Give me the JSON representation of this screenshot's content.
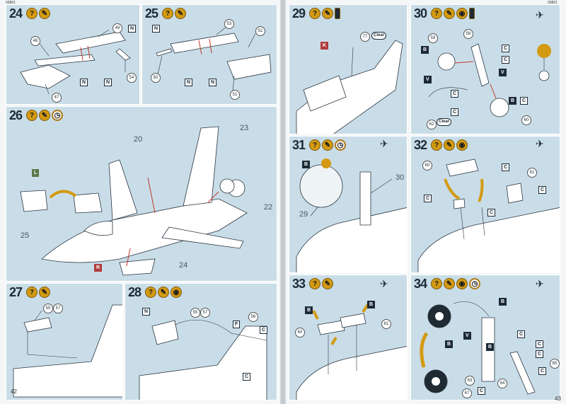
{
  "header": {
    "code_left": "03801",
    "code_right": "03801"
  },
  "page_numbers": {
    "left": "42",
    "right": "43"
  },
  "steps": {
    "s24": {
      "num": "24",
      "parts": [
        "48",
        "49",
        "47",
        "54"
      ],
      "tags": [
        "N",
        "N",
        "N"
      ]
    },
    "s25": {
      "num": "25",
      "parts": [
        "53",
        "52",
        "50",
        "51"
      ],
      "tags": [
        "N",
        "N",
        "N"
      ]
    },
    "s26": {
      "num": "26",
      "parts": [
        "20",
        "23",
        "22",
        "25",
        "24"
      ],
      "tags": [
        "L",
        "R"
      ]
    },
    "s27": {
      "num": "27",
      "parts": [
        "55",
        "57"
      ]
    },
    "s28": {
      "num": "28",
      "parts": [
        "55",
        "57",
        "56"
      ],
      "tags": [
        "N",
        "F",
        "C",
        "C"
      ]
    },
    "s29": {
      "num": "29",
      "parts": [
        "77"
      ],
      "tags": [
        "K"
      ],
      "clear": "Clear"
    },
    "s30": {
      "num": "30",
      "parts": [
        "59",
        "58",
        "62",
        "60"
      ],
      "tags": [
        "B",
        "C",
        "C",
        "V",
        "V",
        "C",
        "C",
        "B",
        "C"
      ],
      "clear": "Clear"
    },
    "s31": {
      "num": "31",
      "parts": [
        "30",
        "29"
      ],
      "tags": [
        "B"
      ]
    },
    "s32": {
      "num": "32",
      "parts": [
        "60",
        "61"
      ],
      "tags": [
        "C",
        "C",
        "C",
        "C"
      ]
    },
    "s33": {
      "num": "33",
      "parts": [
        "60",
        "61"
      ],
      "tags": [
        "B",
        "B"
      ]
    },
    "s34": {
      "num": "34",
      "parts": [
        "63",
        "64",
        "65",
        "67"
      ],
      "tags": [
        "B",
        "B",
        "B",
        "V",
        "C",
        "C",
        "C",
        "C",
        "C"
      ]
    }
  }
}
